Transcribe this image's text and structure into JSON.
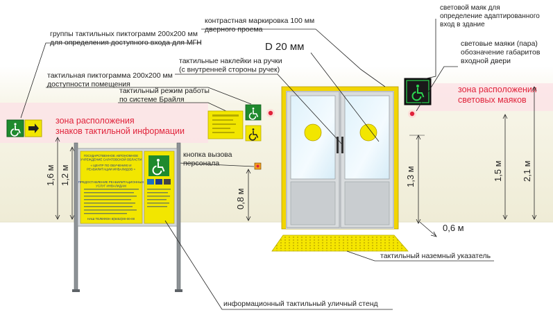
{
  "labels": {
    "marking": "контрастная маркировка 100 мм\nдверного проема",
    "beacon": "световой маяк для\nопределение адаптированного\nвход в здание",
    "groups": "группы тактильных пиктограмм 200х200 мм\nдля определения доступного входа для МГН",
    "stickers": "тактильные наклейки на ручки\n(с внутренней стороны ручек)",
    "d20": "D 20 мм",
    "pair": "световые маяки (пара)\nобозначение габаритов\nвходной двери",
    "pictogram": "тактильная  пиктограмма 200х200 мм\nдоступности помещения",
    "braille": "тактильный режим работы\nпо системе Брайля",
    "call": "кнопка вызова\nперсонала",
    "ground": "тактильный наземный указатель",
    "stand": "информационный тактильный уличный стенд"
  },
  "zones": {
    "left": "зона расположения\nзнаков тактильной информации",
    "right": "зона расположения\nсветовых маяков"
  },
  "dimensions": {
    "d16": "1,6 м",
    "d12": "1,2 м",
    "d08": "0,8 м",
    "d13": "1,3 м",
    "d06": "0,6 м",
    "d15": "1,5 м",
    "d21": "2,1 м"
  },
  "stand": {
    "org": "ГОСУДАРСТВЕННОЕ АВТОНОМНОЕ\nУЧРЕЖДЕНИЕ САРАТОВСКОЙ ОБЛАСТИ",
    "center": "« ЦЕНТР ПО ОБУЧЕНИЮ И\nРЕАБИЛИТАЦИИ ИНВАЛИДОВ »",
    "services": "ПРЕДОСТАВЛЕНИЕ РЕАБИЛИТАЦИОННЫХ\nУСЛУГ ИНВАЛИДАМ",
    "phone": "НАШ ТЕЛЕФОН 8(8452)00-00-00"
  },
  "colors": {
    "tactile_yellow": "#f2e600",
    "pictogram_green": "#1f8a2e",
    "zone_pink": "#e0223a",
    "door_frame": "#f2d500"
  },
  "icons": [
    "wheelchair-icon",
    "arrow-right-icon",
    "red-beacon-icon",
    "call-button-icon"
  ]
}
